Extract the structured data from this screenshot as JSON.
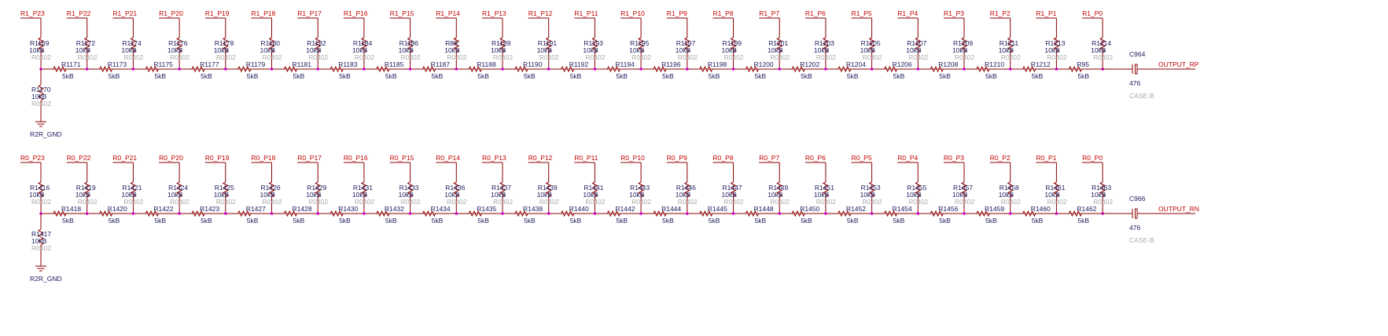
{
  "colors": {
    "wire": "#8b0000",
    "net_label": "#c00000",
    "designator": "#1a1a5e",
    "footprint": "#a9a9a9",
    "junction": "#d000c8",
    "ground": "#8b0000"
  },
  "rows": [
    {
      "prefix": "R1",
      "nets": [
        "R1_P23",
        "R1_P22",
        "R1_P21",
        "R1_P20",
        "R1_P19",
        "R1_P18",
        "R1_P17",
        "R1_P16",
        "R1_P15",
        "R1_P14",
        "R1_P13",
        "R1_P12",
        "R1_P11",
        "R1_P10",
        "R1_P9",
        "R1_P8",
        "R1_P7",
        "R1_P6",
        "R1_P5",
        "R1_P4",
        "R1_P3",
        "R1_P2",
        "R1_P1",
        "R1_P0"
      ],
      "vertical_resistors": [
        "R1169",
        "R1172",
        "R1174",
        "R1176",
        "R1178",
        "R1180",
        "R1182",
        "R1184",
        "R1186",
        "R89",
        "R1189",
        "R1191",
        "R1193",
        "R1195",
        "R1197",
        "R1199",
        "R1201",
        "R1203",
        "R1205",
        "R1207",
        "R1209",
        "R1211",
        "R1213",
        "R1214"
      ],
      "vertical_value": "10kB",
      "footprint": "R0402",
      "horizontal_resistors": [
        "R1171",
        "R1173",
        "R1175",
        "R1177",
        "R1179",
        "R1181",
        "R1183",
        "R1185",
        "R1187",
        "R1188",
        "R1190",
        "R1192",
        "R1194",
        "R1196",
        "R1198",
        "R1200",
        "R1202",
        "R1204",
        "R1206",
        "R1208",
        "R1210",
        "R1212",
        "R95"
      ],
      "horizontal_value": "5kB",
      "ground_resistor": {
        "name": "R1170",
        "value": "10kB",
        "footprint": "R0402"
      },
      "ground_label": "R2R_GND",
      "capacitor": {
        "name": "C964",
        "value": "476",
        "package": "CASE-B"
      },
      "output": "OUTPUT_RP"
    },
    {
      "prefix": "R0",
      "nets": [
        "R0_P23",
        "R0_P22",
        "R0_P21",
        "R0_P20",
        "R0_P19",
        "R0_P18",
        "R0_P17",
        "R0_P16",
        "R0_P15",
        "R0_P14",
        "R0_P13",
        "R0_P12",
        "R0_P11",
        "R0_P10",
        "R0_P9",
        "R0_P8",
        "R0_P7",
        "R0_P6",
        "R0_P5",
        "R0_P4",
        "R0_P3",
        "R0_P2",
        "R0_P1",
        "R0_P0"
      ],
      "vertical_resistors": [
        "R1416",
        "R1419",
        "R1421",
        "R1424",
        "R1425",
        "R1426",
        "R1429",
        "R1431",
        "R1433",
        "R1436",
        "R1437",
        "R1439",
        "R1441",
        "R1443",
        "R1446",
        "R1447",
        "R1449",
        "R1451",
        "R1453",
        "R1455",
        "R1457",
        "R1458",
        "R1461",
        "R1463"
      ],
      "vertical_value": "10kB",
      "footprint": "R0402",
      "horizontal_resistors": [
        "R1418",
        "R1420",
        "R1422",
        "R1423",
        "R1427",
        "R1428",
        "R1430",
        "R1432",
        "R1434",
        "R1435",
        "R1438",
        "R1440",
        "R1442",
        "R1444",
        "R1445",
        "R1448",
        "R1450",
        "R1452",
        "R1454",
        "R1456",
        "R1459",
        "R1460",
        "R1462"
      ],
      "horizontal_value": "5kB",
      "ground_resistor": {
        "name": "R1417",
        "value": "10kB",
        "footprint": "R0402"
      },
      "ground_label": "R2R_GND",
      "capacitor": {
        "name": "C966",
        "value": "476",
        "package": "CASE-B"
      },
      "output": "OUTPUT_RN"
    }
  ]
}
